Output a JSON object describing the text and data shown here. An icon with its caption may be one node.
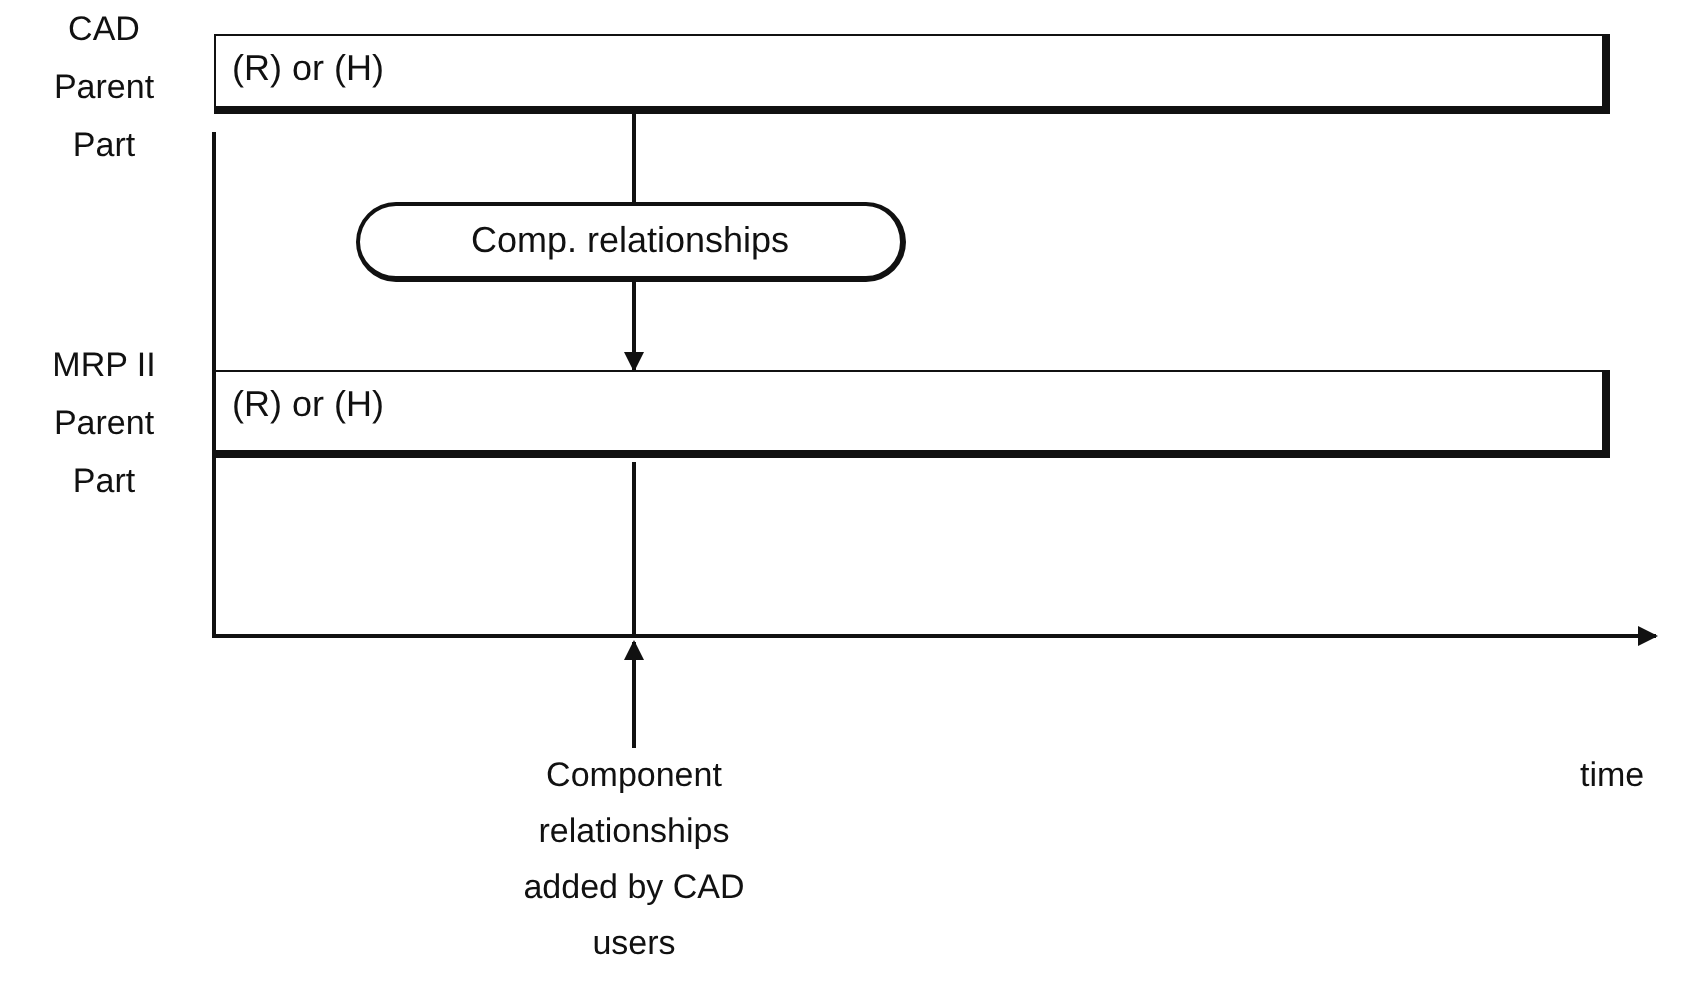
{
  "diagram": {
    "nodes": [
      {
        "text": [
          "(R) or (H)"
        ],
        "beside": [
          "CAD Parent Part"
        ]
      },
      {
        "text": [
          "Comp. relationships"
        ]
      },
      {
        "text": [
          "(R) or (H)"
        ],
        "beside": [
          "MRP II Parent Part"
        ]
      },
      {
        "text": [
          "Component relationships added by CAD users"
        ]
      }
    ],
    "edges": [
      {
        "from": 0,
        "to": 1,
        "arrow": "none"
      },
      {
        "from": 1,
        "to": 2,
        "arrow": "to"
      },
      {
        "from": 3,
        "to": null,
        "arrow": "to"
      }
    ],
    "labels": [
      "time"
    ]
  }
}
